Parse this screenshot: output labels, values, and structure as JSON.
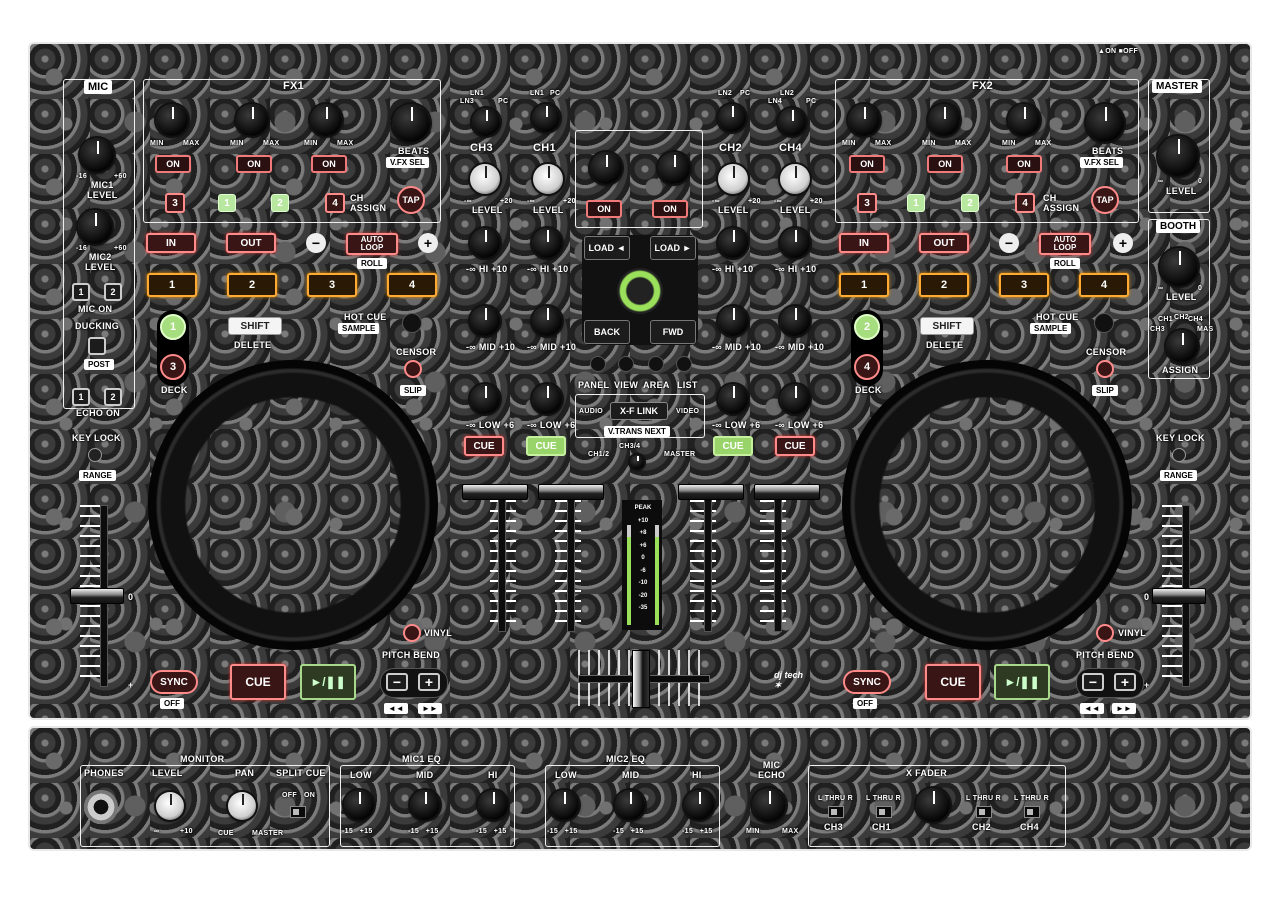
{
  "top_right": {
    "on": "ON",
    "off": "OFF"
  },
  "mic": {
    "title": "MIC",
    "mic1_level": "MIC1\nLEVEL",
    "mic2_level": "MIC2\nLEVEL",
    "min": "-16",
    "max": "+60",
    "mic_on": "MIC ON",
    "ducking": "DUCKING",
    "post": "POST",
    "echo_on": "ECHO ON",
    "b1": "1",
    "b2": "2"
  },
  "fx1": {
    "title": "FX1",
    "min": "MIN",
    "max": "MAX",
    "on": "ON",
    "beats": "BEATS",
    "vfx_sel": "V.FX SEL",
    "ch_assign": "CH\nASSIGN",
    "tap": "TAP",
    "btn3": "3",
    "btn1": "1",
    "btn2": "2",
    "btn4": "4"
  },
  "fx2": {
    "title": "FX2",
    "min": "MIN",
    "max": "MAX",
    "on": "ON",
    "beats": "BEATS",
    "vfx_sel": "V.FX SEL",
    "ch_assign": "CH\nASSIGN",
    "tap": "TAP",
    "btn3": "3",
    "btn1": "1",
    "btn2": "2",
    "btn4": "4"
  },
  "master": {
    "title": "MASTER",
    "level": "LEVEL",
    "inf": "∞",
    "zero": "0"
  },
  "booth": {
    "title": "BOOTH",
    "level": "LEVEL",
    "assign": "ASSIGN",
    "ch3": "CH3",
    "ch1": "CH1",
    "ch2": "CH2",
    "ch4": "CH4",
    "mas": "MAS"
  },
  "deck_left": {
    "in": "IN",
    "out": "OUT",
    "auto_loop": "AUTO\nLOOP",
    "roll": "ROLL",
    "minus": "−",
    "plus": "+",
    "pads": [
      "1",
      "2",
      "3",
      "4"
    ],
    "shift": "SHIFT",
    "delete": "DELETE",
    "hot_cue": "HOT CUE",
    "sample": "SAMPLE",
    "censor": "CENSOR",
    "slip": "SLIP",
    "deck": "DECK",
    "deck_a": "1",
    "deck_b": "3",
    "key_lock": "KEY LOCK",
    "range": "RANGE",
    "sync": "SYNC",
    "off": "OFF",
    "cue": "CUE",
    "play": "►/❚❚",
    "pitch_bend": "PITCH BEND",
    "vinyl": "VINYL",
    "pb_minus": "−",
    "pb_plus": "+",
    "rew": "◄◄",
    "ff": "►►",
    "zero": "0",
    "plus_mark": "+"
  },
  "deck_right": {
    "in": "IN",
    "out": "OUT",
    "auto_loop": "AUTO\nLOOP",
    "roll": "ROLL",
    "minus": "−",
    "plus": "+",
    "pads": [
      "1",
      "2",
      "3",
      "4"
    ],
    "shift": "SHIFT",
    "delete": "DELETE",
    "hot_cue": "HOT CUE",
    "sample": "SAMPLE",
    "censor": "CENSOR",
    "slip": "SLIP",
    "deck": "DECK",
    "deck_a": "2",
    "deck_b": "4",
    "key_lock": "KEY LOCK",
    "range": "RANGE",
    "sync": "SYNC",
    "off": "OFF",
    "cue": "CUE",
    "play": "►/❚❚",
    "pitch_bend": "PITCH BEND",
    "vinyl": "VINYL",
    "pb_minus": "−",
    "pb_plus": "+",
    "rew": "◄◄",
    "ff": "►►",
    "zero": "0",
    "plus_mark": "+"
  },
  "mixer": {
    "ch3": "CH3",
    "ch1": "CH1",
    "ch2": "CH2",
    "ch4": "CH4",
    "src_ch3_a": "LN1",
    "src_ch3_b": "LN3",
    "src_ch3_c": "PC",
    "src_ch1_a": "LN1",
    "src_ch1_b": "PC",
    "src_ch2_a": "LN2",
    "src_ch2_b": "PC",
    "src_ch4_a": "LN4",
    "src_ch4_b": "LN2",
    "src_ch4_c": "PC",
    "level": "LEVEL",
    "hi": "HI",
    "mid": "MID",
    "low": "LOW",
    "inf": "-∞",
    "p20": "+20",
    "m_inf": "-∞",
    "p10": "+10",
    "p6": "+6",
    "cue": "CUE",
    "on": "ON",
    "load": "LOAD",
    "back": "BACK",
    "fwd": "FWD",
    "panel": "PANEL",
    "view": "VIEW",
    "area": "AREA",
    "list": "LIST",
    "audio": "AUDIO",
    "xf_link": "X-F LINK",
    "video": "VIDEO",
    "vtrans_next": "V.TRANS NEXT",
    "ch12": "CH1/2",
    "ch34": "CH3/4",
    "master": "MASTER",
    "meter": [
      "PEAK",
      "+10",
      "+8",
      "+6",
      "0",
      "-6",
      "-10",
      "-20",
      "-35"
    ]
  },
  "bottom": {
    "monitor": "MONITOR",
    "phones": "PHONES",
    "level": "LEVEL",
    "pan": "PAN",
    "split_cue": "SPLIT CUE",
    "off": "OFF",
    "on": "ON",
    "cue": "CUE",
    "master": "MASTER",
    "inf": "∞",
    "p10": "+10",
    "mic1_eq": "MIC1 EQ",
    "mic2_eq": "MIC2 EQ",
    "low": "LOW",
    "mid": "MID",
    "hi": "HI",
    "m15": "-15",
    "p15": "+15",
    "mic_echo": "MIC\nECHO",
    "min": "MIN",
    "max": "MAX",
    "x_fader": "X FADER",
    "thru": "THRU",
    "l": "L",
    "r": "R",
    "ch3": "CH3",
    "ch1": "CH1",
    "ch2": "CH2",
    "ch4": "CH4"
  },
  "brand": "dj tech"
}
